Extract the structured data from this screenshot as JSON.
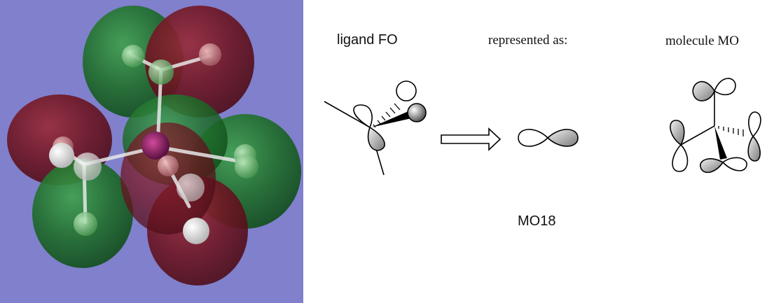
{
  "labels": {
    "ligand_fo": "ligand FO",
    "represented_as": "represented as:",
    "molecule_mo": "molecule MO",
    "mo_name": "MO18"
  },
  "colors": {
    "background_render": "#8080cc",
    "lobe_green": "#1f6e2a",
    "lobe_red": "#6e1522",
    "lobe_grey": "#bdbdbd"
  }
}
